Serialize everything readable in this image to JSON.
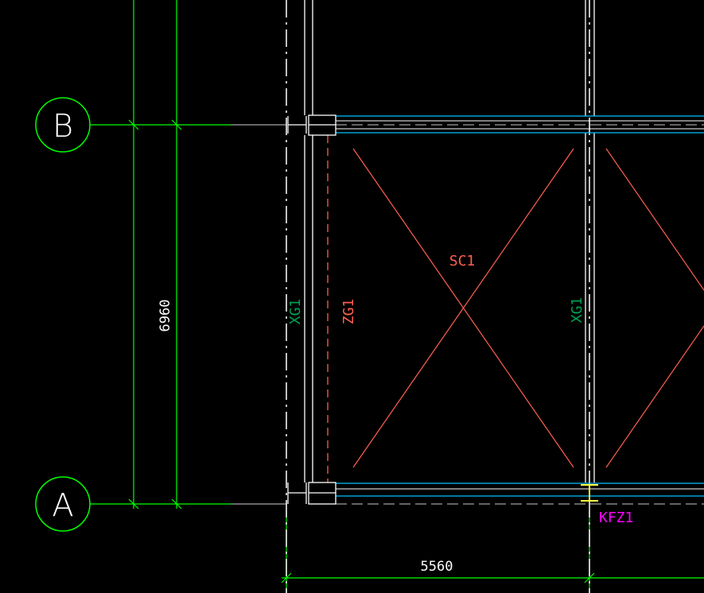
{
  "drawing": {
    "background": "#000000",
    "colors": {
      "grid_axis": "#00ff00",
      "dimension": "#00ff00",
      "column_member": "#ffffff",
      "beam_edge": "#00bfff",
      "hidden_line": "#c8c8c8",
      "bracing": "#ff6050",
      "member_label_xg": "#00a050",
      "member_label_red": "#ff6050",
      "member_label_kfz": "#ff00ff",
      "base_plate": "#ffff40"
    },
    "axes": [
      {
        "id": "B",
        "label": "B"
      },
      {
        "id": "A",
        "label": "A"
      }
    ],
    "dimensions": {
      "vertical": "6960",
      "horizontal": "5560"
    },
    "labels": {
      "sc1": "SC1",
      "xg1_left": "XG1",
      "zg1": "ZG1",
      "xg1_right": "XG1",
      "kfz1": "KFZ1"
    }
  }
}
